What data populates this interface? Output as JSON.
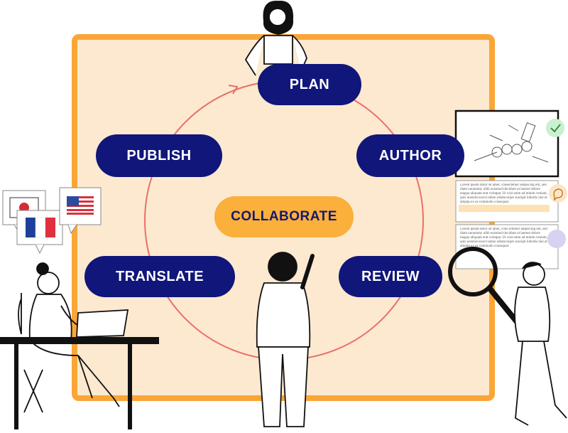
{
  "diagram": {
    "center_label": "COLLABORATE",
    "stages": [
      "PLAN",
      "AUTHOR",
      "REVIEW",
      "TRANSLATE",
      "PUBLISH"
    ]
  },
  "documents": {
    "text_1": "Lorem ipsum dolor sit amet, consectetuer adipiscing elit, sed diam nonummy nibh euismod tincidunt ut laoreet dolore magna aliquam erat volutpat. Ut wisi enim ad minim veniam, quis nostrud exerci tation ullamcorper suscipit lobortis nisl ut aliquip ex ea commodo consequat.",
    "text_2": "Lorem ipsum dolor sit amet, cons ectetuer adipiscing elit, sed diam nonummy nibh euismod tincidunt ut laoreet dolore magna aliquam erat volutpat. Ut wisi enim ad minim veniam, quis nostrud exerci tation ullamcorper suscipit lobortis nisl ut aliquip ex ea commodo consequat."
  },
  "colors": {
    "frame": "#f9a637",
    "board": "#fde9cf",
    "navy": "#10167a",
    "accent": "#fbb03b",
    "cycle": "#e8706a"
  }
}
